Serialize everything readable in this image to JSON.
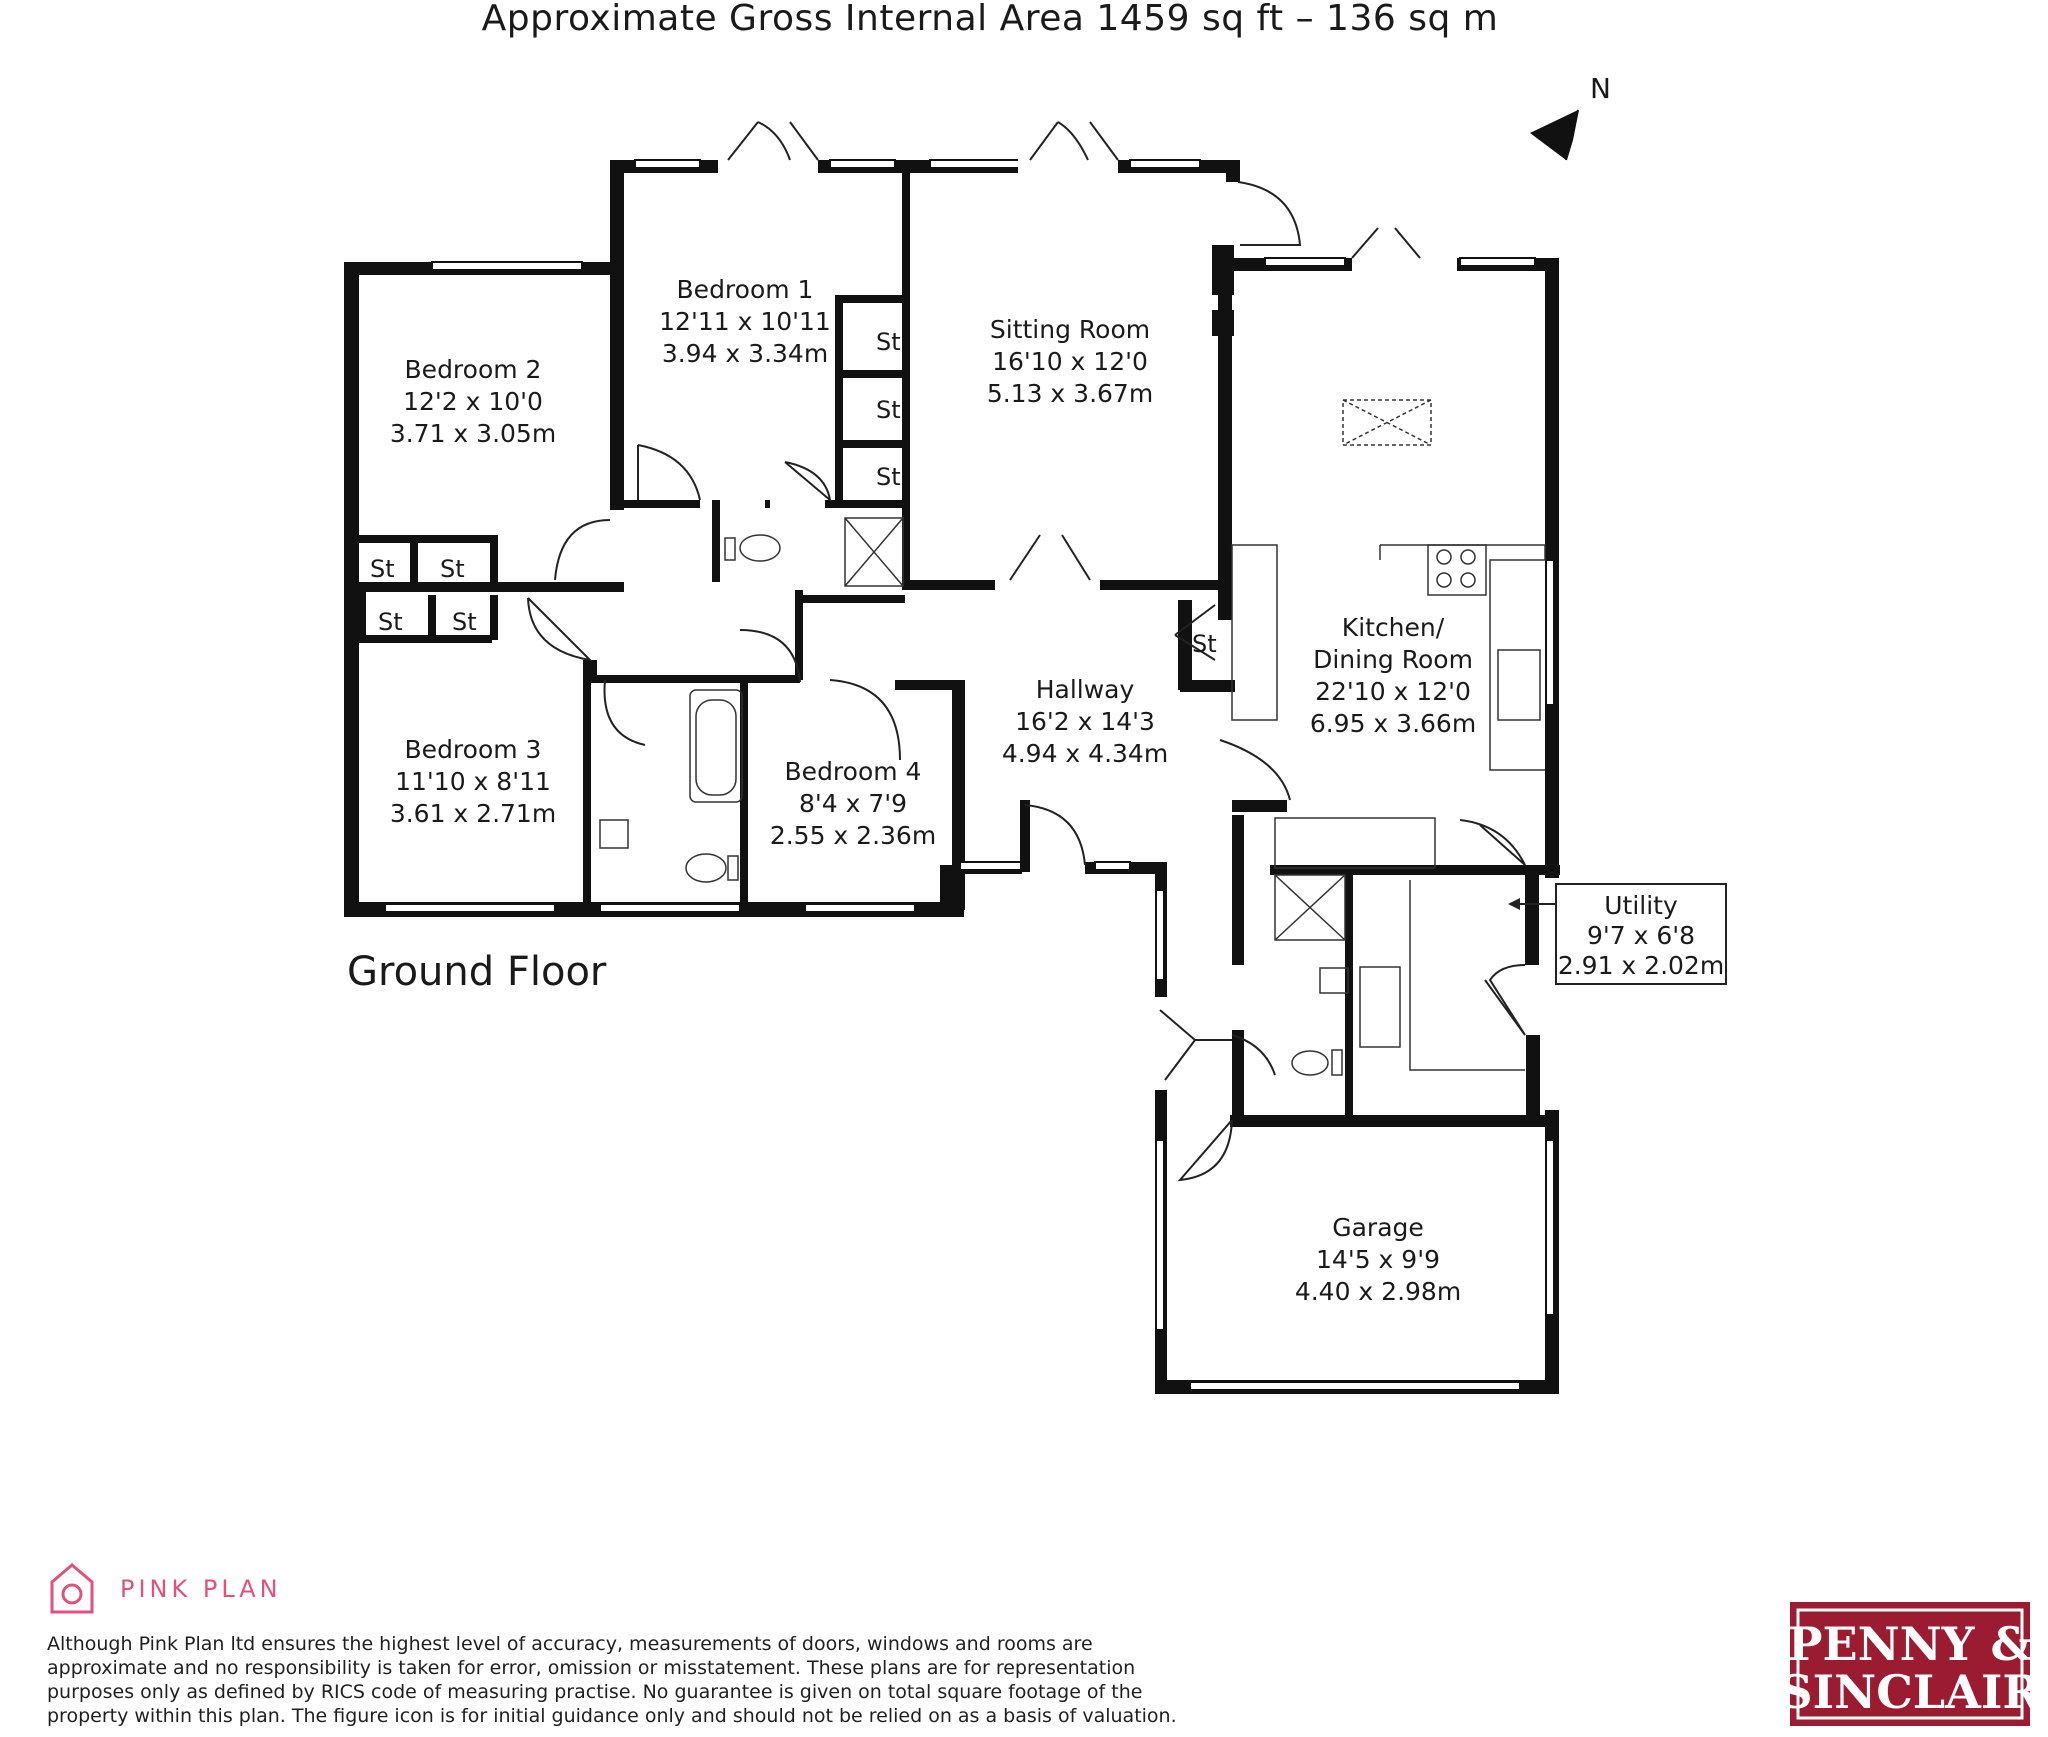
{
  "header": {
    "title": "Approximate Gross Internal Area 1459 sq ft – 136 sq m"
  },
  "floor_label": "Ground Floor",
  "compass": {
    "label": "N"
  },
  "rooms": {
    "bedroom1": {
      "name": "Bedroom 1",
      "imperial": "12'11 x 10'11",
      "metric": "3.94 x 3.34m"
    },
    "bedroom2": {
      "name": "Bedroom 2",
      "imperial": "12'2 x 10'0",
      "metric": "3.71 x 3.05m"
    },
    "bedroom3": {
      "name": "Bedroom 3",
      "imperial": "11'10 x 8'11",
      "metric": "3.61 x 2.71m"
    },
    "bedroom4": {
      "name": "Bedroom 4",
      "imperial": "8'4 x 7'9",
      "metric": "2.55 x 2.36m"
    },
    "sitting": {
      "name": "Sitting Room",
      "imperial": "16'10 x 12'0",
      "metric": "5.13 x 3.67m"
    },
    "kitchen": {
      "name1": "Kitchen/",
      "name2": "Dining Room",
      "imperial": "22'10 x 12'0",
      "metric": "6.95 x 3.66m"
    },
    "hallway": {
      "name": "Hallway",
      "imperial": "16'2 x 14'3",
      "metric": "4.94 x 4.34m"
    },
    "utility": {
      "name": "Utility",
      "imperial": "9'7 x 6'8",
      "metric": "2.91 x 2.02m"
    },
    "garage": {
      "name": "Garage",
      "imperial": "14'5 x 9'9",
      "metric": "4.40 x 2.98m"
    }
  },
  "storage_label": "St",
  "footer": {
    "pink_plan": "PINK PLAN",
    "disclaimer_lines": [
      "Although Pink Plan ltd ensures the highest level of accuracy, measurements of doors, windows and rooms are",
      "approximate and no responsibility is taken for error, omission or misstatement. These plans are for representation",
      "purposes only as defined by RICS code of measuring practise. No guarantee is given on total square footage of the",
      "property within this plan. The figure icon is for initial guidance only and should not be relied on as a basis of valuation."
    ]
  },
  "agent_logo": {
    "line1": "PENNY &",
    "line2": "SINCLAIR",
    "color": "#9b1b30"
  },
  "colors": {
    "wall": "#111111",
    "brand_pink": "#e0527a"
  }
}
